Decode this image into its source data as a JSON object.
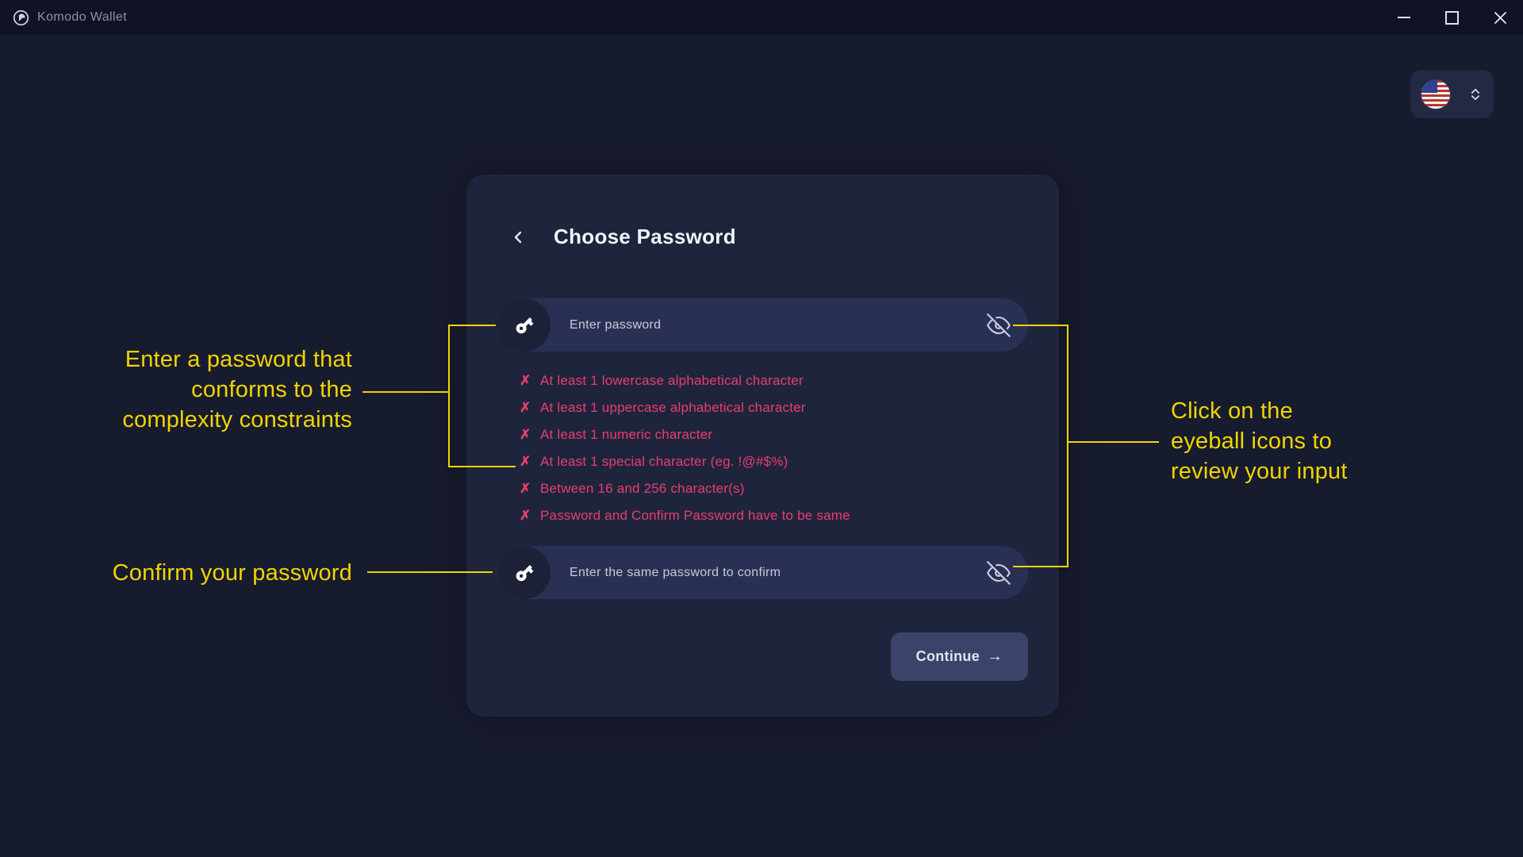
{
  "window": {
    "title": "Komodo Wallet"
  },
  "screen": {
    "title": "Choose Password",
    "password": {
      "placeholder": "Enter password"
    },
    "confirm": {
      "placeholder": "Enter the same password to confirm"
    },
    "validation_mark": "✗",
    "validations": [
      "At least 1 lowercase alphabetical character",
      "At least 1 uppercase alphabetical character",
      "At least 1 numeric character",
      "At least 1 special character (eg. !@#$%)",
      "Between 16 and 256 character(s)",
      "Password and Confirm Password have to be same"
    ],
    "continue": {
      "label": "Continue",
      "arrow": "→"
    }
  },
  "annotations": {
    "password_hint": {
      "lines": [
        "Enter a password that",
        "conforms to the",
        "complexity constraints"
      ]
    },
    "confirm_hint": "Confirm your password",
    "eyeball_hint": {
      "lines": [
        "Click on the",
        "eyeball icons to",
        "review your input"
      ]
    }
  },
  "colors": {
    "background": "#171b2e",
    "titlebar": "#101324",
    "card": "#1f243d",
    "field": "#2a3054",
    "button": "#3b436b",
    "error_pink": "#e83e6d",
    "annotation_yellow": "#f0d400"
  }
}
